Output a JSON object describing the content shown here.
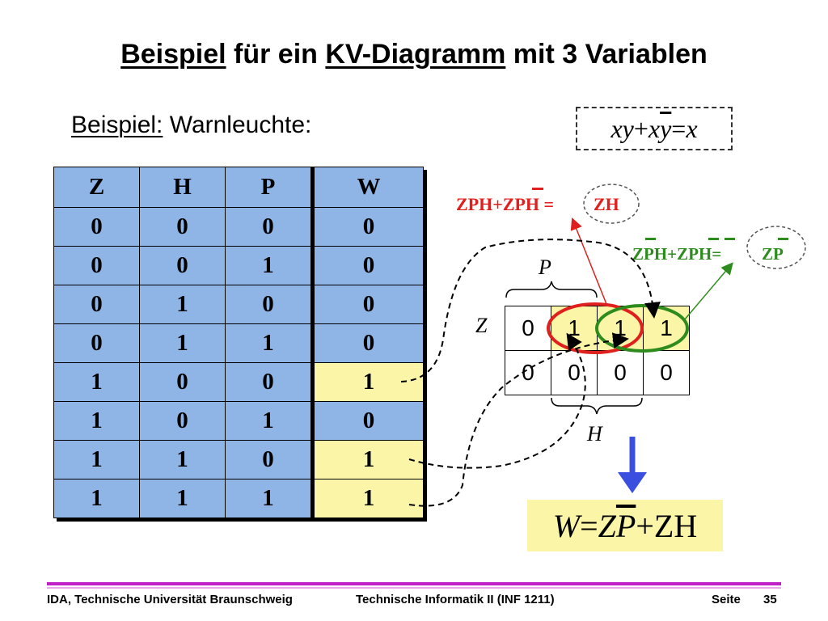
{
  "title_word1": "Beispiel",
  "title_mid": " für ein ",
  "title_word2": "KV-Diagramm",
  "title_end": " mit 3 Variablen",
  "subtitle_word": "Beispiel:",
  "subtitle_rest": " Warnleuchte:",
  "identity_formula": {
    "p1": "xy",
    "plus": " + ",
    "p2a": "x",
    "p2b": "y",
    "eq": " = ",
    "p3": "x"
  },
  "truth_table": {
    "headers": [
      "Z",
      "H",
      "P",
      "W"
    ],
    "rows": [
      [
        "0",
        "0",
        "0",
        "0"
      ],
      [
        "0",
        "0",
        "1",
        "0"
      ],
      [
        "0",
        "1",
        "0",
        "0"
      ],
      [
        "0",
        "1",
        "1",
        "0"
      ],
      [
        "1",
        "0",
        "0",
        "1"
      ],
      [
        "1",
        "0",
        "1",
        "0"
      ],
      [
        "1",
        "1",
        "0",
        "1"
      ],
      [
        "1",
        "1",
        "1",
        "1"
      ]
    ],
    "highlighted_rows": [
      4,
      6,
      7
    ],
    "highlight_color": "#fbf5a8",
    "cell_color": "#8fb4e6"
  },
  "kv_map": {
    "row1": [
      "0",
      "1",
      "1",
      "1"
    ],
    "row2": [
      "0",
      "0",
      "0",
      "0"
    ],
    "label_p": "P",
    "label_z": "Z",
    "label_h": "H"
  },
  "red_annotation": "ZPH+ZPH =",
  "red_result": "ZH",
  "green_annotation": "ZPH+ZPH=",
  "green_result": "ZP",
  "result_formula": {
    "lhs": "W",
    "eq": " = ",
    "t1a": "Z",
    "t1b": "P",
    "plus": " + ",
    "t2": "ZH"
  },
  "colors": {
    "red": "#e0201e",
    "green": "#2e8b1e",
    "arrow_blue": "#3a4fe0",
    "footer_line": "#c020c8"
  },
  "footer": {
    "left": "IDA, Technische Universität Braunschweig",
    "center": "Technische Informatik II (INF 1211)",
    "page_label": "Seite",
    "page_number": "35"
  }
}
